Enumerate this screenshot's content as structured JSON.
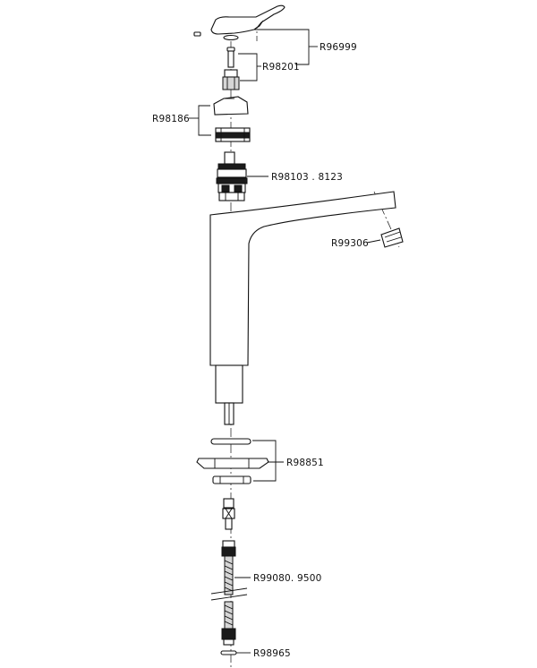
{
  "parts": [
    {
      "id": "lever-handle",
      "code": "R96999"
    },
    {
      "id": "screw-insert",
      "code": "R98201"
    },
    {
      "id": "cover-nut",
      "code": "R98186"
    },
    {
      "id": "cartridge",
      "code": "R98103 . 8123"
    },
    {
      "id": "aerator",
      "code": "R99306"
    },
    {
      "id": "base-fixing",
      "code": "R98851"
    },
    {
      "id": "flexible-hose",
      "code": "R99080. 9500"
    },
    {
      "id": "hose-washer",
      "code": "R98965"
    }
  ]
}
